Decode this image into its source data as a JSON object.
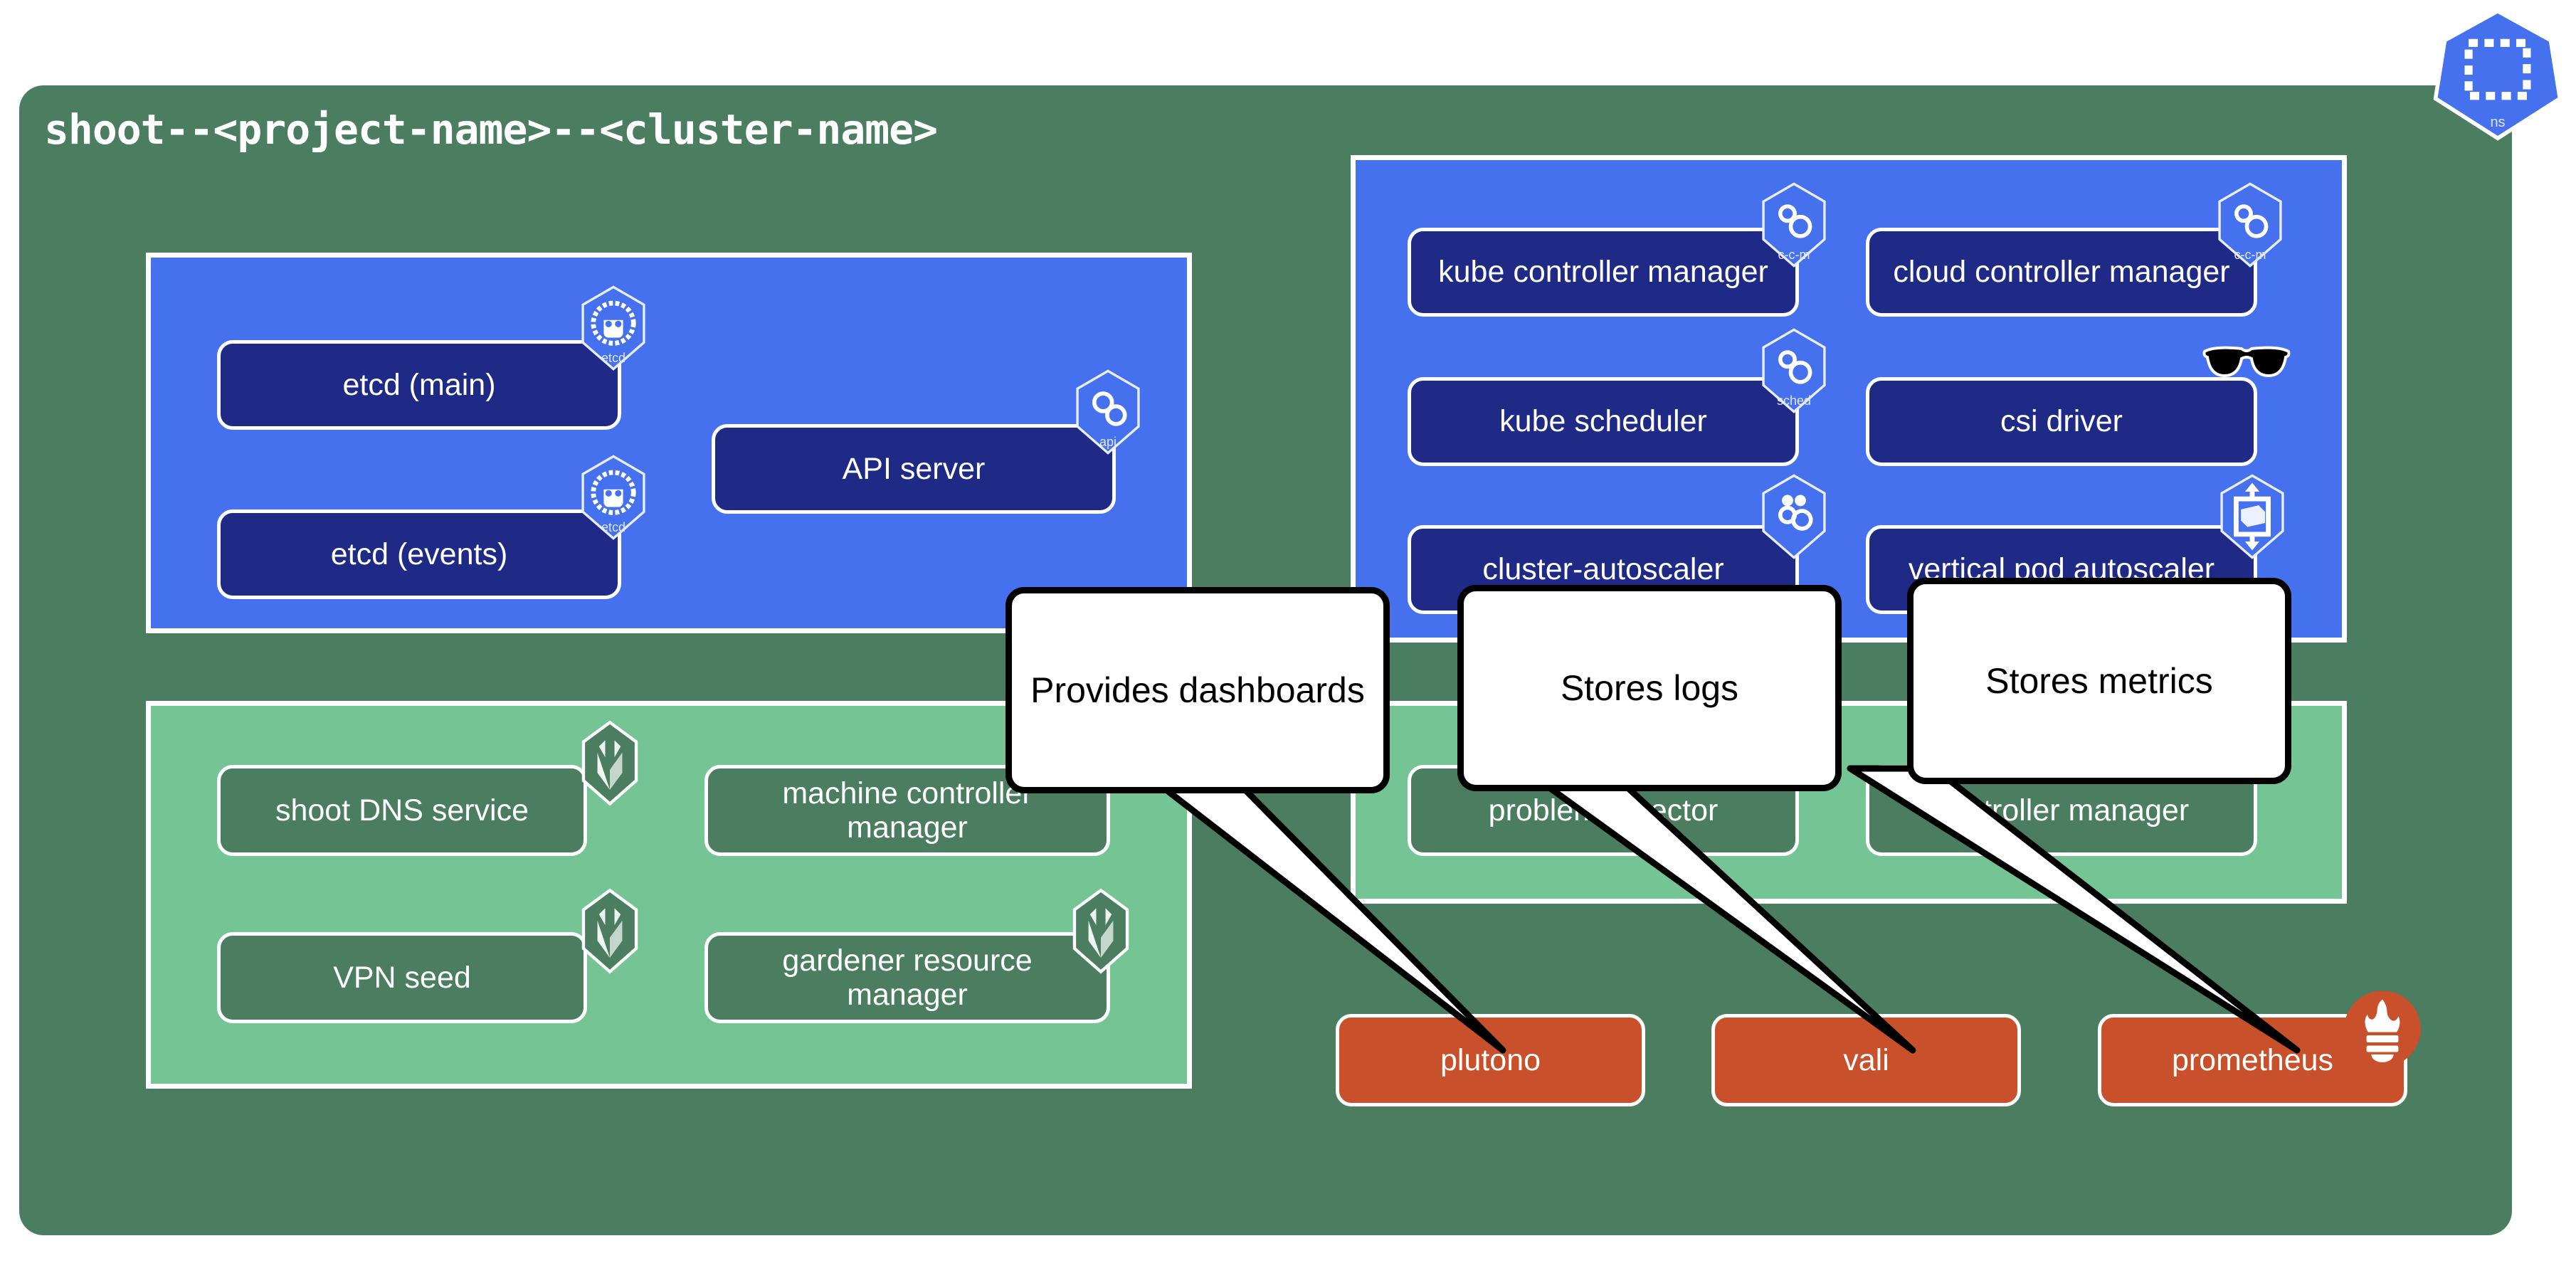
{
  "diagram": {
    "title": "shoot--<project-name>--<cluster-name>",
    "ns_badge": {
      "label": "ns",
      "icon": "kubernetes-namespace-icon"
    },
    "colors": {
      "outer_green": "#4B7E61",
      "panel_blue": "#4570EE",
      "panel_green": "#74C494",
      "component_blue": "#1F2A87",
      "component_green": "#4B7E61",
      "component_orange": "#C8502A",
      "bubble_border": "#000000",
      "text": "#FFFFFF"
    }
  },
  "control_plane_left": {
    "components": [
      {
        "label": "etcd (main)",
        "icon": "etcd-icon",
        "icon_label": "etcd"
      },
      {
        "label": "etcd (events)",
        "icon": "etcd-icon",
        "icon_label": "etcd"
      },
      {
        "label": "API server",
        "icon": "kube-apiserver-icon",
        "icon_label": "api"
      }
    ]
  },
  "control_plane_right": {
    "components": [
      {
        "label": "kube controller manager",
        "icon": "kube-controller-manager-icon",
        "icon_label": "c-c-m"
      },
      {
        "label": "cloud controller manager",
        "icon": "cloud-controller-manager-icon",
        "icon_label": "c-c-m"
      },
      {
        "label": "kube scheduler",
        "icon": "kube-scheduler-icon",
        "icon_label": "sched"
      },
      {
        "label": "csi driver",
        "icon": "sunglasses-icon",
        "icon_label": ""
      },
      {
        "label": "cluster-autoscaler",
        "icon": "cluster-autoscaler-icon",
        "icon_label": ""
      },
      {
        "label": "vertical pod autoscaler",
        "icon": "vertical-pod-autoscaler-icon",
        "icon_label": ""
      }
    ]
  },
  "extensions_left": {
    "components": [
      {
        "label": "shoot DNS service",
        "icon": "gardener-icon"
      },
      {
        "label": "machine controller manager",
        "icon": "gardener-icon"
      },
      {
        "label": "VPN seed",
        "icon": "gardener-icon"
      },
      {
        "label": "gardener resource manager",
        "icon": "gardener-icon"
      }
    ]
  },
  "extensions_right": {
    "components": [
      {
        "label": "problem detector",
        "icon": "gardener-icon"
      },
      {
        "label": "controller manager",
        "icon": "gardener-icon"
      }
    ]
  },
  "observability": {
    "components": [
      {
        "label": "plutono",
        "icon": ""
      },
      {
        "label": "vali",
        "icon": ""
      },
      {
        "label": "prometheus",
        "icon": "prometheus-icon"
      }
    ]
  },
  "callouts": [
    {
      "text": "Provides dashboards",
      "target": "plutono"
    },
    {
      "text": "Stores logs",
      "target": "vali"
    },
    {
      "text": "Stores metrics",
      "target": "prometheus"
    }
  ]
}
